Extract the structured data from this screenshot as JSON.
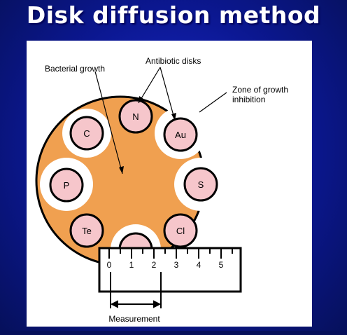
{
  "slide": {
    "title": "Disk diffusion method"
  },
  "diagram": {
    "labels": {
      "bacterial_growth": "Bacterial growth",
      "antibiotic_disks": "Antibiotic disks",
      "zone_line1": "Zone of growth",
      "zone_line2": "inhibition",
      "measurement": "Measurement"
    },
    "disks": [
      "N",
      "Au",
      "C",
      "P",
      "S",
      "Te",
      "Cl"
    ],
    "ruler_ticks": [
      "0",
      "1",
      "2",
      "3",
      "4",
      "5"
    ],
    "colors": {
      "plate": "#f0a050",
      "disk": "#f6c6cb",
      "zone": "#ffffff",
      "outline": "#000000",
      "background": "#0b1790"
    }
  }
}
